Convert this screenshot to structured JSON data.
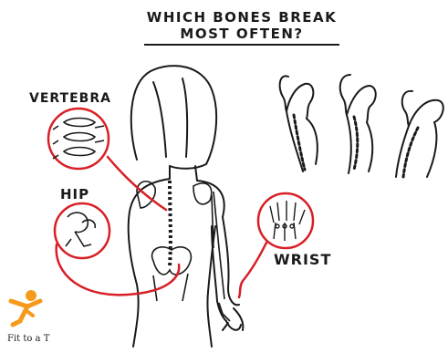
{
  "title": {
    "line1": "WHICH BONES BREAK",
    "line2": "MOST OFTEN?"
  },
  "labels": {
    "vertebra": "VERTEBRA",
    "hip": "HIP",
    "wrist": "WRIST"
  },
  "logo": {
    "text": "Fit to a T",
    "icon": "running-figure-icon"
  },
  "colors": {
    "ink": "#1a1a1a",
    "highlight_circle": "#d81f26",
    "logo_orange": "#f59a1b"
  }
}
